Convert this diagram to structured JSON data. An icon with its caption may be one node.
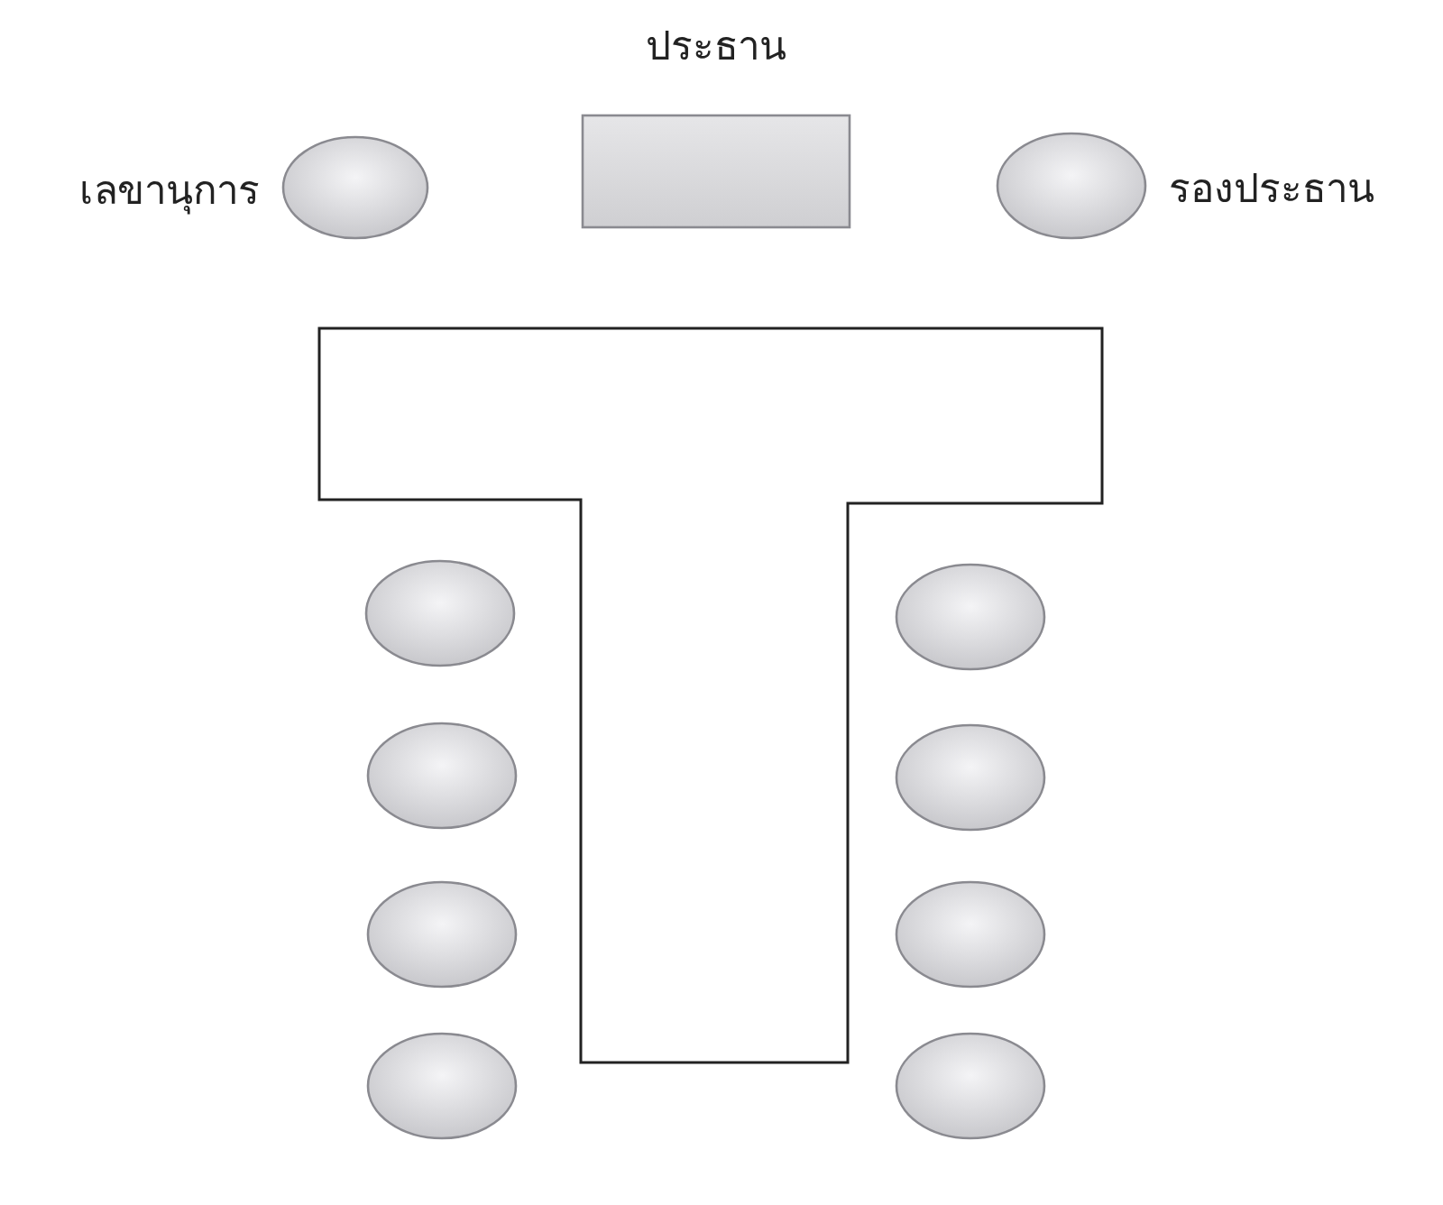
{
  "diagram": {
    "nodes": [
      {
        "text": [],
        "shape": "circle",
        "beside": [
          "เลขานุการ"
        ]
      },
      {
        "text": [
          "ประธาน"
        ]
      },
      {
        "text": [],
        "shape": "circle",
        "beside": [
          "รองประธาน"
        ]
      },
      {
        "text": [],
        "shape": "table"
      },
      {
        "text": [],
        "shape": "circle"
      },
      {
        "text": [],
        "shape": "circle"
      },
      {
        "text": [],
        "shape": "circle"
      },
      {
        "text": [],
        "shape": "circle"
      },
      {
        "text": [],
        "shape": "circle"
      },
      {
        "text": [],
        "shape": "circle"
      },
      {
        "text": [],
        "shape": "circle"
      },
      {
        "text": [],
        "shape": "circle"
      }
    ]
  }
}
